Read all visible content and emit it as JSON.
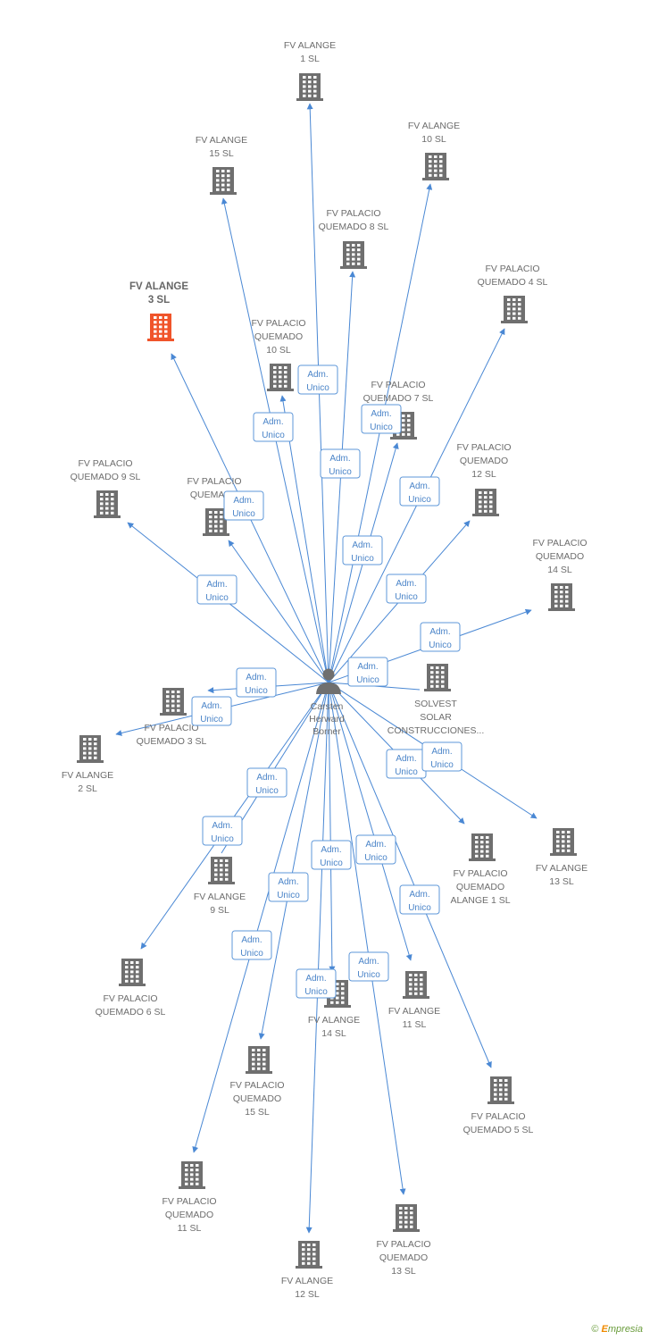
{
  "center": {
    "lines": [
      "Carsten",
      "Herward",
      "Borner"
    ]
  },
  "relation_label": [
    "Adm.",
    "Unico"
  ],
  "nodes": [
    {
      "id": "fv-alange-1-sl",
      "lines": [
        "FV ALANGE",
        "1 SL"
      ],
      "highlight": false
    },
    {
      "id": "fv-alange-15-sl",
      "lines": [
        "FV ALANGE",
        "15 SL"
      ],
      "highlight": false
    },
    {
      "id": "fv-alange-10-sl",
      "lines": [
        "FV ALANGE",
        "10 SL"
      ],
      "highlight": false
    },
    {
      "id": "fv-palacio-quemado-8-sl",
      "lines": [
        "FV PALACIO",
        "QUEMADO 8 SL"
      ],
      "highlight": false
    },
    {
      "id": "fv-palacio-quemado-4-sl",
      "lines": [
        "FV PALACIO",
        "QUEMADO 4 SL"
      ],
      "highlight": false
    },
    {
      "id": "fv-alange-3-sl",
      "lines": [
        "FV ALANGE",
        "3 SL"
      ],
      "highlight": true
    },
    {
      "id": "fv-palacio-quemado-10-sl",
      "lines": [
        "FV PALACIO",
        "QUEMADO",
        "10 SL"
      ],
      "highlight": false
    },
    {
      "id": "fv-palacio-quemado-7-sl",
      "lines": [
        "FV PALACIO",
        "QUEMADO 7 SL"
      ],
      "highlight": false
    },
    {
      "id": "fv-palacio-quemado-12-sl",
      "lines": [
        "FV PALACIO",
        "QUEMADO",
        "12 SL"
      ],
      "highlight": false
    },
    {
      "id": "fv-palacio-quemado-9-sl",
      "lines": [
        "FV PALACIO",
        "QUEMADO 9 SL"
      ],
      "highlight": false
    },
    {
      "id": "fv-palacio-quemado-2-sl",
      "lines": [
        "FV PALACIO",
        "QUEMADO"
      ],
      "highlight": false
    },
    {
      "id": "fv-palacio-quemado-14-sl",
      "lines": [
        "FV PALACIO",
        "QUEMADO",
        "14 SL"
      ],
      "highlight": false
    },
    {
      "id": "solvest-solar",
      "lines": [
        "SOLVEST",
        "SOLAR",
        "CONSTRUCCIONES..."
      ],
      "highlight": false
    },
    {
      "id": "fv-palacio-quemado-3-sl",
      "lines": [
        "FV PALACIO",
        "QUEMADO 3 SL"
      ],
      "highlight": false
    },
    {
      "id": "fv-alange-2-sl",
      "lines": [
        "FV ALANGE",
        "2 SL"
      ],
      "highlight": false
    },
    {
      "id": "fv-palacio-quemado-alange-1-sl",
      "lines": [
        "FV PALACIO",
        "QUEMADO",
        "ALANGE 1 SL"
      ],
      "highlight": false
    },
    {
      "id": "fv-alange-13-sl",
      "lines": [
        "FV ALANGE",
        "13 SL"
      ],
      "highlight": false
    },
    {
      "id": "fv-alange-9-sl",
      "lines": [
        "FV ALANGE",
        "9 SL"
      ],
      "highlight": false
    },
    {
      "id": "fv-palacio-quemado-6-sl",
      "lines": [
        "FV PALACIO",
        "QUEMADO 6 SL"
      ],
      "highlight": false
    },
    {
      "id": "fv-alange-14-sl",
      "lines": [
        "FV ALANGE",
        "14 SL"
      ],
      "highlight": false
    },
    {
      "id": "fv-alange-11-sl",
      "lines": [
        "FV ALANGE",
        "11 SL"
      ],
      "highlight": false
    },
    {
      "id": "fv-palacio-quemado-15-sl",
      "lines": [
        "FV PALACIO",
        "QUEMADO",
        "15 SL"
      ],
      "highlight": false
    },
    {
      "id": "fv-palacio-quemado-5-sl",
      "lines": [
        "FV PALACIO",
        "QUEMADO 5 SL"
      ],
      "highlight": false
    },
    {
      "id": "fv-palacio-quemado-11-sl",
      "lines": [
        "FV PALACIO",
        "QUEMADO",
        "11 SL"
      ],
      "highlight": false
    },
    {
      "id": "fv-palacio-quemado-13-sl",
      "lines": [
        "FV PALACIO",
        "QUEMADO",
        "13 SL"
      ],
      "highlight": false
    },
    {
      "id": "fv-alange-12-sl",
      "lines": [
        "FV ALANGE",
        "12 SL"
      ],
      "highlight": false
    }
  ],
  "colors": {
    "edge": "#4a88d4",
    "building": "#6f6f6f",
    "building_highlight": "#f0542a",
    "person": "#6f6f6f"
  },
  "footer": {
    "copyright": "©",
    "brand_initial": "E",
    "brand_rest": "mpresia"
  }
}
